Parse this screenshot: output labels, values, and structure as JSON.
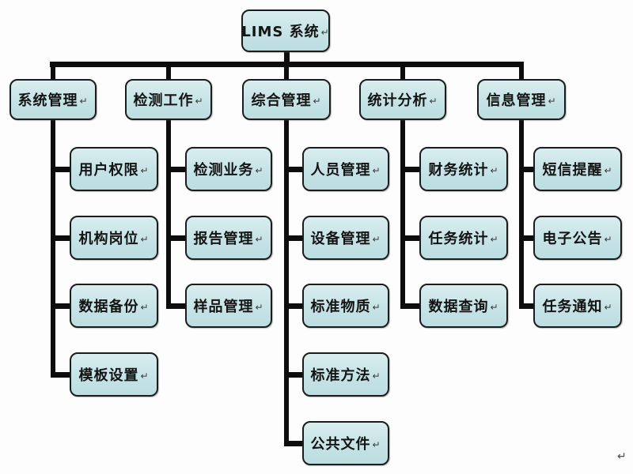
{
  "diagram": {
    "root": {
      "label": "LIMS 系统"
    },
    "branches": [
      {
        "label": "系统管理",
        "children": [
          "用户权限",
          "机构岗位",
          "数据备份",
          "模板设置"
        ]
      },
      {
        "label": "检测工作",
        "children": [
          "检测业务",
          "报告管理",
          "样品管理"
        ]
      },
      {
        "label": "综合管理",
        "children": [
          "人员管理",
          "设备管理",
          "标准物质",
          "标准方法",
          "公共文件"
        ]
      },
      {
        "label": "统计分析",
        "children": [
          "财务统计",
          "任务统计",
          "数据查询"
        ]
      },
      {
        "label": "信息管理",
        "children": [
          "短信提醒",
          "电子公告",
          "任务通知"
        ]
      }
    ]
  },
  "marks": {
    "return_mark": "↵"
  },
  "colors": {
    "box_fill": "#c6e3e6",
    "box_border": "#1c1c1c",
    "connector_line": "#0d0d0d",
    "background": "#fdfdfd",
    "text": "#141414"
  }
}
